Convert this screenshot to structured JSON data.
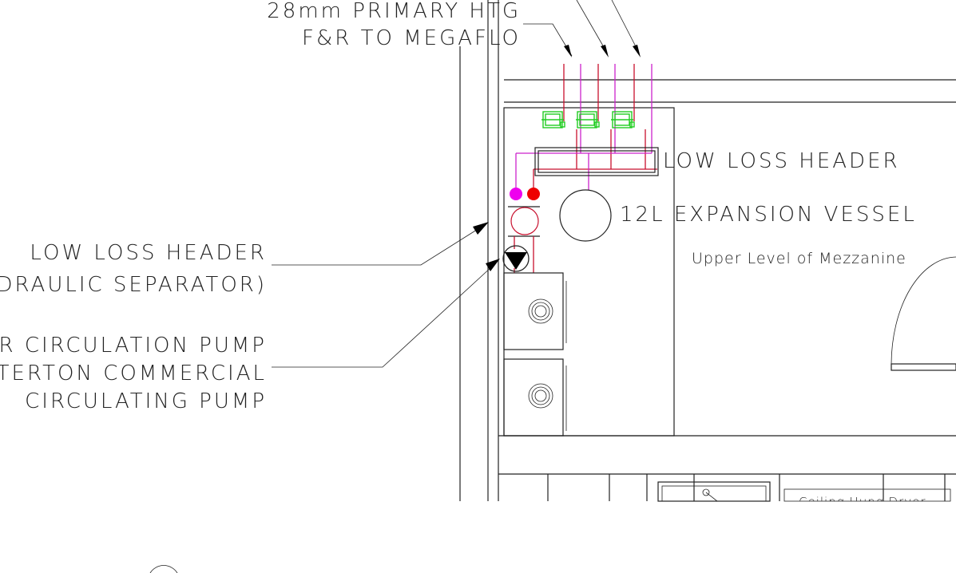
{
  "labels": {
    "primary_line1": "28mm PRIMARY HTG",
    "primary_line2": "F&R TO MEGAFLO",
    "low_loss_header_right": "LOW LOSS HEADER",
    "expansion_vessel": "12L EXPANSION VESSEL",
    "upper_level": "Upper Level of Mezzanine",
    "llh_left_line1": "LOW LOSS HEADER",
    "llh_left_line2": "(HYDRAULIC SEPARATOR)",
    "pump_line1": "OILER CIRCULATION PUMP",
    "pump_line2": "POTTERTON COMMERCIAL",
    "pump_line3": "CIRCULATING PUMP",
    "ceiling": "Ceiling Hung Dryer"
  },
  "colors": {
    "flow_pipe": "#c8102e",
    "return_pipe": "#cc22cc",
    "valve": "#22cc22",
    "linework": "#222222",
    "magenta_dot": "#ee00ee",
    "red_dot": "#ee0000"
  }
}
